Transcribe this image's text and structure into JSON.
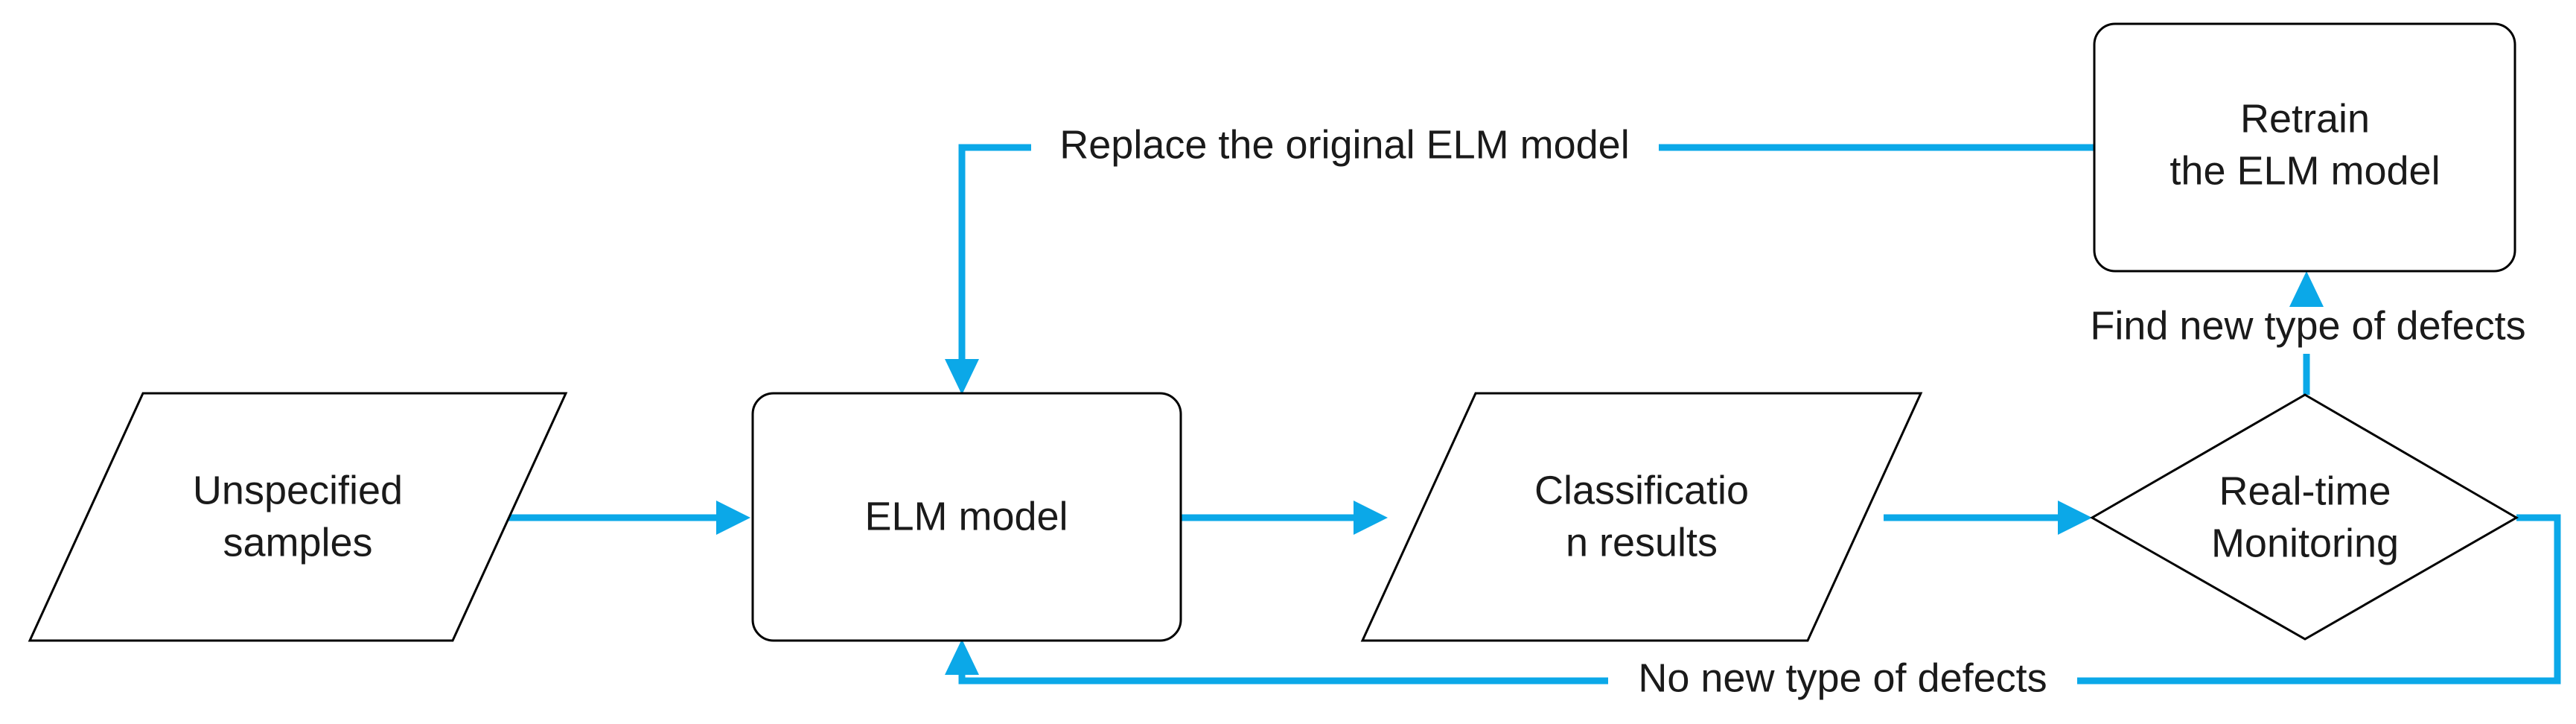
{
  "diagram": {
    "title": "ELM model real-time monitoring and retraining flowchart",
    "type": "flowchart",
    "colors": {
      "edge": "#0BA8E8",
      "node_stroke": "#000000",
      "node_fill": "#ffffff",
      "text": "#1a1a1a",
      "background": "#ffffff"
    },
    "nodes": [
      {
        "id": "unspecified-samples",
        "shape": "parallelogram",
        "label_line1": "Unspecified",
        "label_line2": "samples"
      },
      {
        "id": "elm-model",
        "shape": "rounded-rectangle",
        "label_line1": "ELM model",
        "label_line2": ""
      },
      {
        "id": "classification-results",
        "shape": "parallelogram",
        "label_line1": "Classificatio",
        "label_line2": "n results"
      },
      {
        "id": "real-time-monitoring",
        "shape": "diamond",
        "label_line1": "Real-time",
        "label_line2": "Monitoring"
      },
      {
        "id": "retrain-elm-model",
        "shape": "rounded-rectangle",
        "label_line1": "Retrain",
        "label_line2": "the ELM model"
      }
    ],
    "edges": [
      {
        "id": "samples-to-elm",
        "from": "unspecified-samples",
        "to": "elm-model",
        "label": ""
      },
      {
        "id": "elm-to-classification",
        "from": "elm-model",
        "to": "classification-results",
        "label": ""
      },
      {
        "id": "classification-to-monitoring",
        "from": "classification-results",
        "to": "real-time-monitoring",
        "label": ""
      },
      {
        "id": "monitoring-to-retrain",
        "from": "real-time-monitoring",
        "to": "retrain-elm-model",
        "label": "Find new type of defects"
      },
      {
        "id": "retrain-to-elm",
        "from": "retrain-elm-model",
        "to": "elm-model",
        "label": "Replace the original ELM model"
      },
      {
        "id": "monitoring-to-elm",
        "from": "real-time-monitoring",
        "to": "elm-model",
        "label": "No new type of defects"
      }
    ]
  }
}
